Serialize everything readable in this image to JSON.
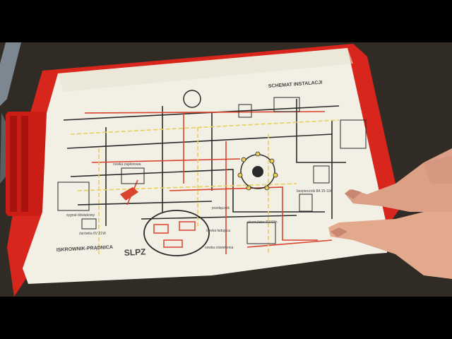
{
  "video": {
    "description_free": true
  },
  "diagram": {
    "title_top": "SCHEMAT INSTALACJI",
    "caption_main": "ISKROWNIK-PRĄDNICA",
    "caption_model": "SLPZ",
    "label_battery": "akumulator 6V/4Ah",
    "label_fuse": "bezpiecznik 8A 15-10A",
    "label_coil": "cewka zapłonowa",
    "label_charge": "cewka ładująca",
    "label_light": "cewka oświetlenia",
    "label_switch": "przełącznik",
    "label_horn": "sygnał dźwiękowy",
    "label_bulb": "żarówka 6V 21W"
  },
  "colors": {
    "tray_red": "#d8261c",
    "paper": "#f2efe4",
    "wire_black": "#2a2a2a",
    "wire_red": "#d9432f",
    "wire_yellow": "#e8cf5a",
    "ground": "#2b2822",
    "skin": "#e2a98d"
  }
}
